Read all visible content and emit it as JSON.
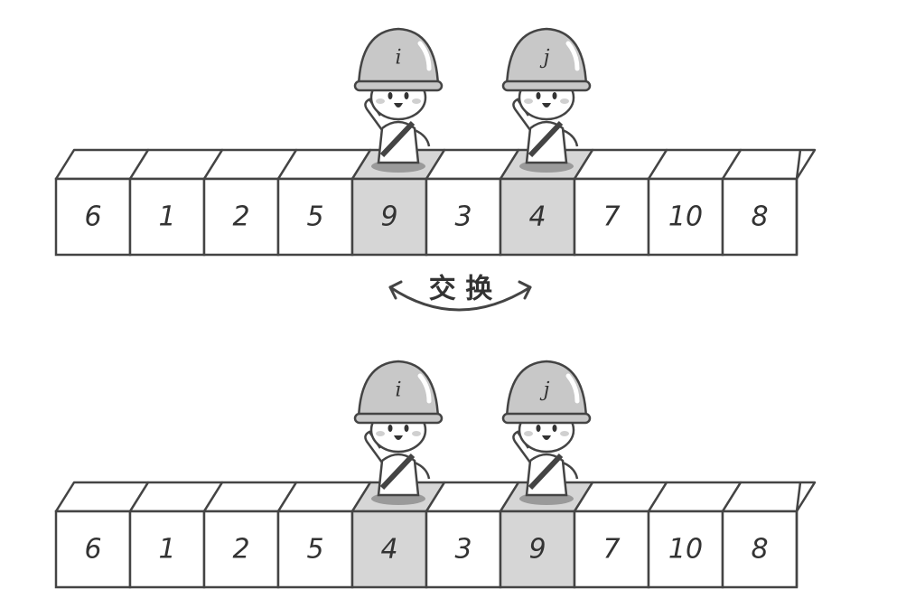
{
  "before": {
    "cells": [
      "6",
      "1",
      "2",
      "5",
      "9",
      "3",
      "4",
      "7",
      "10",
      "8"
    ],
    "highlighted": [
      4,
      6
    ]
  },
  "after": {
    "cells": [
      "6",
      "1",
      "2",
      "5",
      "4",
      "3",
      "9",
      "7",
      "10",
      "8"
    ],
    "highlighted": [
      4,
      6
    ]
  },
  "pointers": {
    "i": {
      "label": "i",
      "index": 4
    },
    "j": {
      "label": "j",
      "index": 6
    }
  },
  "swap_label": "交 换",
  "colors": {
    "cell_fill": "#ffffff",
    "highlight_fill": "#d6d6d6",
    "stroke": "#444444",
    "helmet": "#c8c8c8"
  }
}
